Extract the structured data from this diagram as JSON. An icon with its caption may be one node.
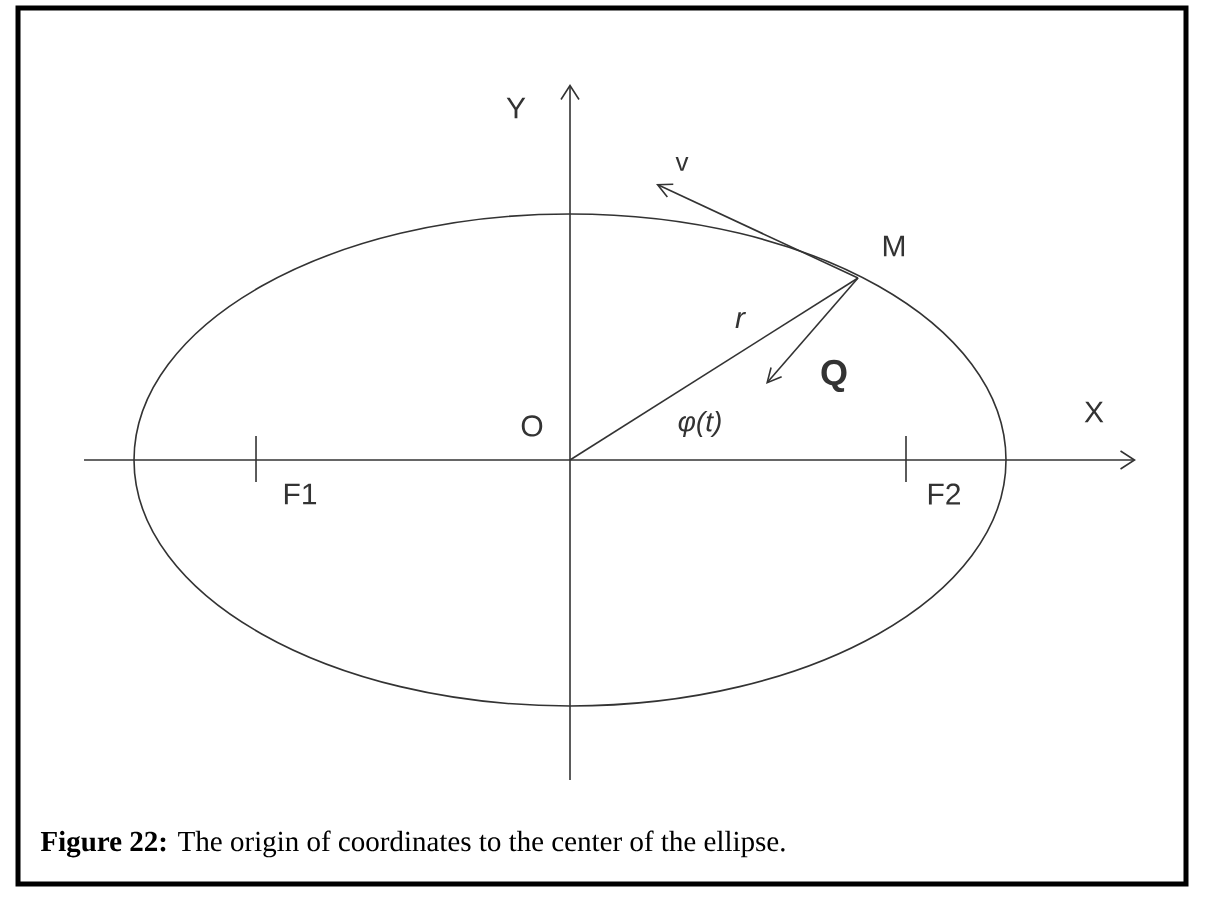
{
  "diagram": {
    "caption": "**Figure 22:** The origin of coordinates to the center of the ellipse.",
    "labels": [
      "Y",
      "X",
      "v",
      "M",
      "r",
      "Q",
      "O",
      "φ(t)",
      "F1",
      "F2"
    ]
  }
}
